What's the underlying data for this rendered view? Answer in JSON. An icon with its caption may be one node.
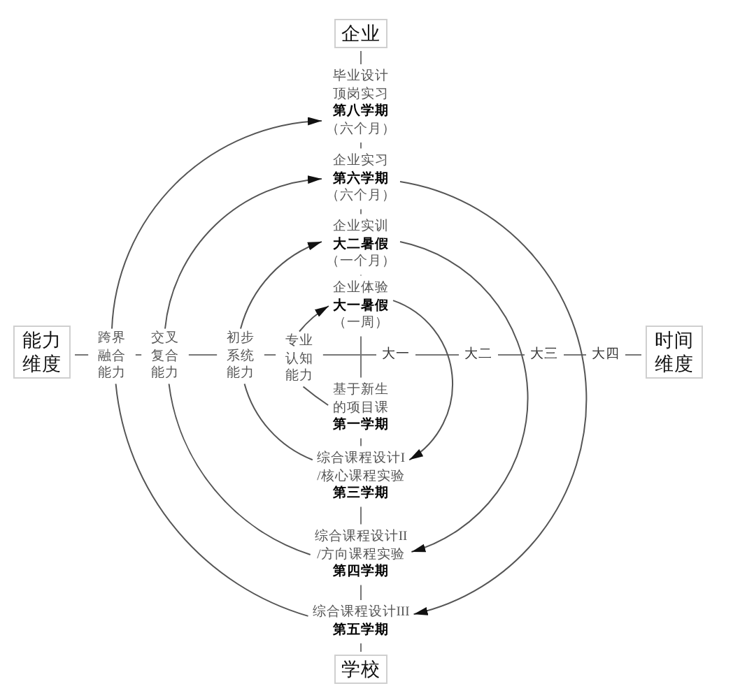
{
  "diagram": {
    "nodes": [
      {
        "text": [
          "企业"
        ]
      },
      {
        "text": [
          "毕业设计",
          "顶岗实习",
          "第八学期",
          "（六个月）"
        ]
      },
      {
        "text": [
          "企业实习",
          "第六学期",
          "（六个月）"
        ]
      },
      {
        "text": [
          "企业实训",
          "大二暑假",
          "（一个月）"
        ]
      },
      {
        "text": [
          "企业体验",
          "大一暑假",
          "（一周）"
        ]
      },
      {
        "text": [
          "能力维度"
        ]
      },
      {
        "text": [
          "跨界融合能力"
        ]
      },
      {
        "text": [
          "交叉复合能力"
        ]
      },
      {
        "text": [
          "初步系统能力"
        ]
      },
      {
        "text": [
          "专业认知能力"
        ]
      },
      {
        "text": [
          "时间维度"
        ]
      },
      {
        "text": [
          "基于新生的项目课",
          "第一学期"
        ]
      },
      {
        "text": [
          "综合课程设计I",
          "/核心课程实验",
          "第三学期"
        ]
      },
      {
        "text": [
          "综合课程设计II",
          "/方向课程实验",
          "第四学期"
        ]
      },
      {
        "text": [
          "综合课程设计III",
          "第五学期"
        ]
      },
      {
        "text": [
          "学校"
        ]
      }
    ],
    "edges": [
      {
        "from": 9,
        "to": 4,
        "arrow": "to"
      },
      {
        "from": 8,
        "to": 3,
        "arrow": "to"
      },
      {
        "from": 7,
        "to": 2,
        "arrow": "to"
      },
      {
        "from": 6,
        "to": 1,
        "arrow": "to"
      },
      {
        "from": 4,
        "to": 12,
        "arrow": "to"
      },
      {
        "from": 3,
        "to": 13,
        "arrow": "to"
      },
      {
        "from": 2,
        "to": 14,
        "arrow": "to"
      },
      {
        "from": 9,
        "to": 11,
        "arrow": "none"
      },
      {
        "from": 8,
        "to": 12,
        "arrow": "none"
      },
      {
        "from": 7,
        "to": 13,
        "arrow": "none"
      },
      {
        "from": 6,
        "to": 14,
        "arrow": "none"
      }
    ],
    "labels": [
      "大一",
      "大二",
      "大三",
      "大四"
    ]
  }
}
